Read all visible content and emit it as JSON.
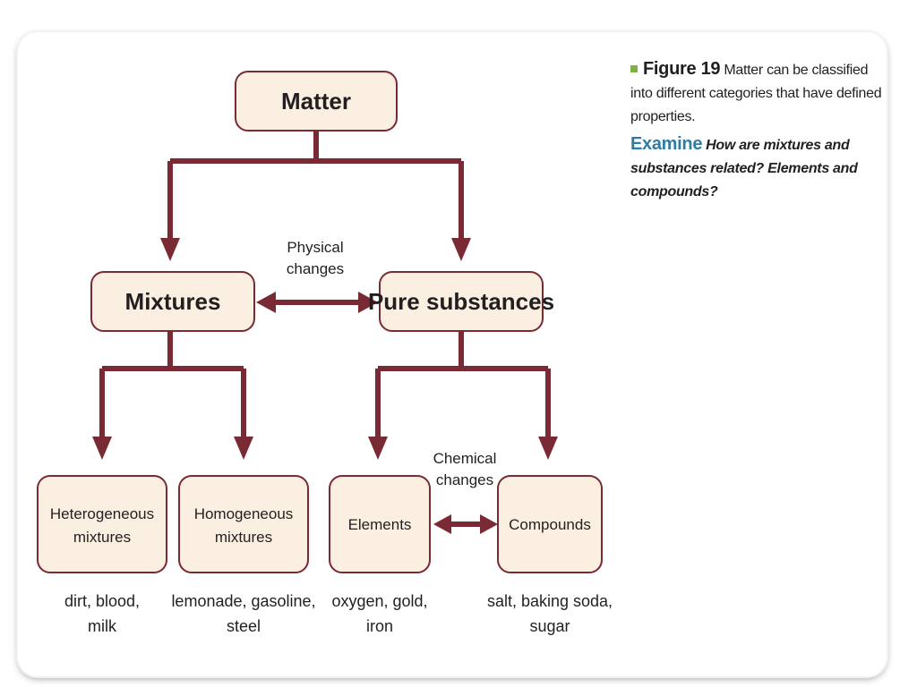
{
  "diagram": {
    "root": "Matter",
    "level2": {
      "left": "Mixtures",
      "right": "Pure substances",
      "link": [
        "Physical",
        "changes"
      ]
    },
    "leaves": [
      {
        "label": [
          "Heterogeneous",
          "mixtures"
        ],
        "examples": [
          "dirt, blood,",
          "milk"
        ]
      },
      {
        "label": [
          "Homogeneous",
          "mixtures"
        ],
        "examples": [
          "lemonade, gasoline,",
          "steel"
        ]
      },
      {
        "label": [
          "Elements"
        ],
        "examples": [
          "oxygen, gold,",
          "iron"
        ]
      },
      {
        "label": [
          "Compounds"
        ],
        "examples": [
          "salt, baking soda,",
          "sugar"
        ]
      }
    ],
    "leaf_link": [
      "Chemical",
      "changes"
    ],
    "colors": {
      "box_fill": "#fbefe1",
      "line": "#7a2a35",
      "examine": "#2d7ca7",
      "marker": "#7fb241"
    }
  },
  "caption": {
    "figure_label": "Figure 19",
    "figure_text": "Matter can be classified into different categories that have defined properties.",
    "examine_label": "Examine",
    "examine_text": "How are mixtures and substances related? Elements and compounds?"
  }
}
